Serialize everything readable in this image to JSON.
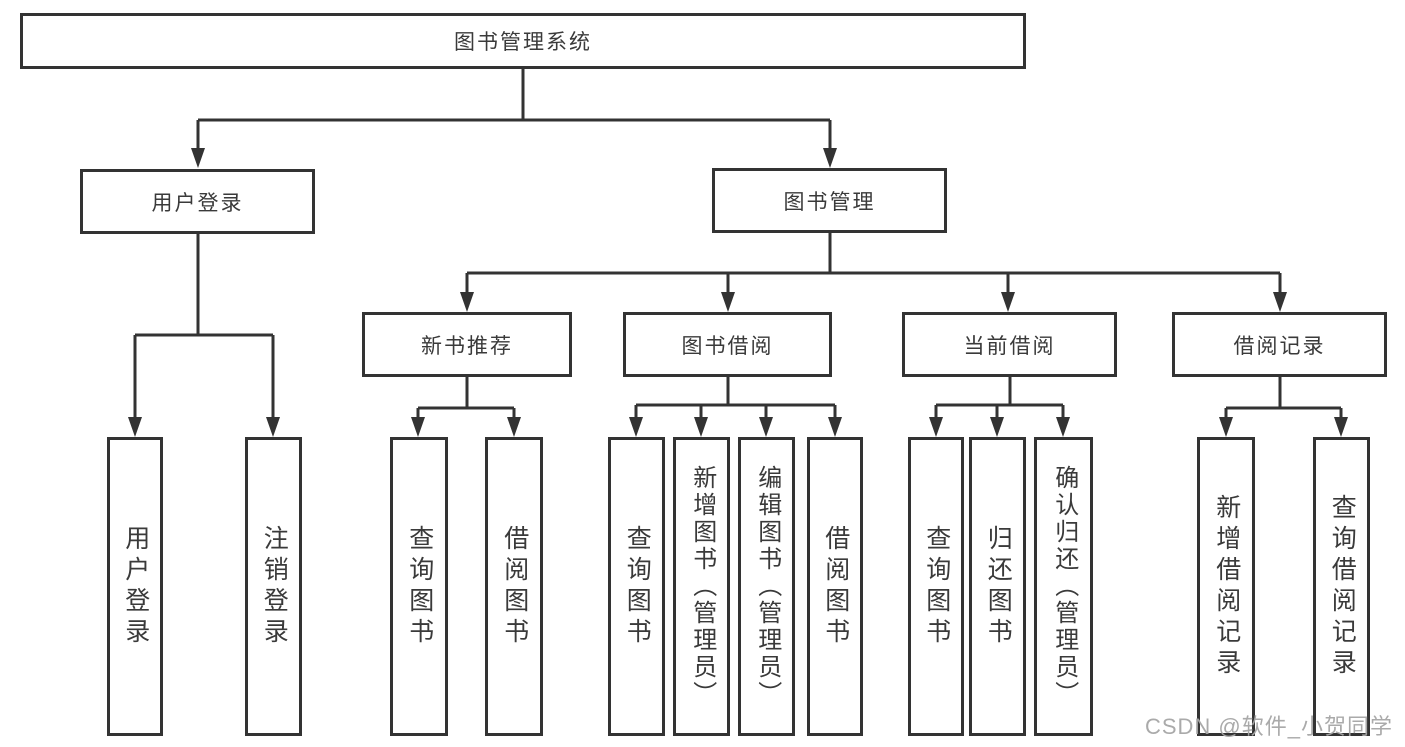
{
  "diagram": {
    "type": "tree",
    "title": "图书管理系统",
    "nodes": {
      "root": {
        "label": "图书管理系统"
      },
      "user_login": {
        "label": "用户登录"
      },
      "book_mgmt": {
        "label": "图书管理"
      },
      "new_book_rec": {
        "label": "新书推荐"
      },
      "book_borrow": {
        "label": "图书借阅"
      },
      "current_borrow": {
        "label": "当前借阅"
      },
      "borrow_records": {
        "label": "借阅记录"
      },
      "leaf_user_login": {
        "label": "用户登录",
        "parent": "用户登录"
      },
      "leaf_logout": {
        "label": "注销登录",
        "parent": "用户登录"
      },
      "leaf_query_book_1": {
        "label": "查询图书",
        "parent": "新书推荐"
      },
      "leaf_borrow_book_1": {
        "label": "借阅图书",
        "parent": "新书推荐"
      },
      "leaf_query_book_2": {
        "label": "查询图书",
        "parent": "图书借阅"
      },
      "leaf_add_book": {
        "label": "新增图书（管理员）",
        "parent": "图书借阅"
      },
      "leaf_edit_book": {
        "label": "编辑图书（管理员）",
        "parent": "图书借阅"
      },
      "leaf_borrow_book_2": {
        "label": "借阅图书",
        "parent": "图书借阅"
      },
      "leaf_query_book_3": {
        "label": "查询图书",
        "parent": "当前借阅"
      },
      "leaf_return_book": {
        "label": "归还图书",
        "parent": "当前借阅"
      },
      "leaf_confirm_return": {
        "label": "确认归还（管理员）",
        "parent": "当前借阅"
      },
      "leaf_add_record": {
        "label": "新增借阅记录",
        "parent": "借阅记录"
      },
      "leaf_query_record": {
        "label": "查询借阅记录",
        "parent": "借阅记录"
      }
    },
    "watermark": {
      "text": "CSDN @软件_小贺同学"
    },
    "colors": {
      "line": "#333333",
      "text": "#3a3a3a",
      "background": "#ffffff",
      "watermark": "#a5a5a5"
    }
  }
}
